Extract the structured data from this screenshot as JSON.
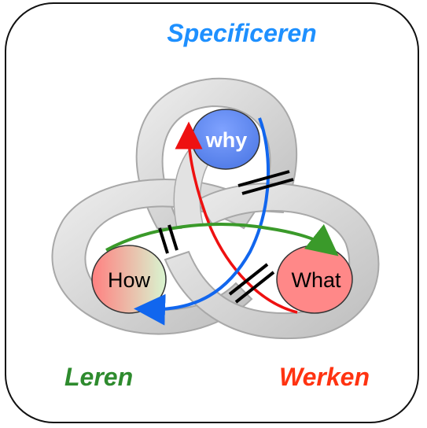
{
  "diagram": {
    "labels": {
      "top": "Specificeren",
      "bottom_left": "Leren",
      "bottom_right": "Werken"
    },
    "nodes": {
      "why": "why",
      "how": "How",
      "what": "What"
    },
    "colors": {
      "specificeren": "#1e90ff",
      "leren": "#2e8b2e",
      "werken": "#ff3311",
      "why_fill": "#5b86f0",
      "how_fill_left": "#ff8080",
      "how_fill_right": "#d8f5d0",
      "what_fill": "#ff8888",
      "arrow_red": "#ee1111",
      "arrow_blue": "#1166ee",
      "arrow_green": "#3a9a2a",
      "ring": "#cfcfcf"
    }
  }
}
